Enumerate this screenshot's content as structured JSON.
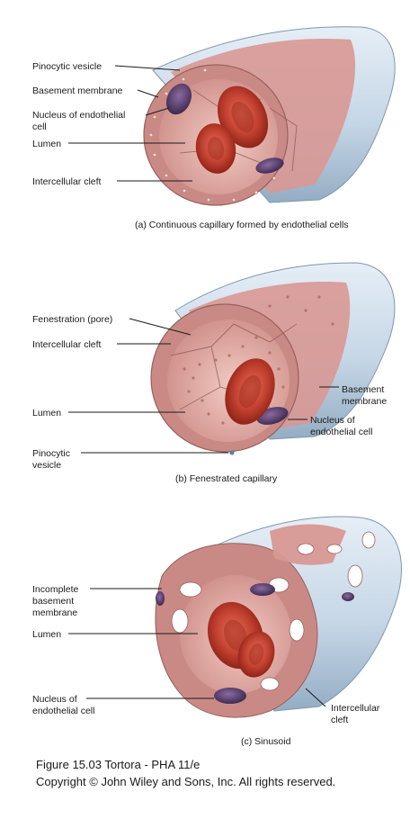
{
  "panel_a": {
    "caption": "(a) Continuous capillary formed by endothelial cells",
    "labels": {
      "pinocytic_vesicle": "Pinocytic vesicle",
      "basement_membrane": "Basement membrane",
      "nucleus_line1": "Nucleus of endothelial",
      "nucleus_line2": "cell",
      "lumen": "Lumen",
      "intercellular_cleft": "Intercellular cleft"
    }
  },
  "panel_b": {
    "caption": "(b) Fenestrated capillary",
    "labels": {
      "fenestration": "Fenestration (pore)",
      "intercellular_cleft": "Intercellular cleft",
      "lumen": "Lumen",
      "pinocytic_line1": "Pinocytic",
      "pinocytic_line2": "vesicle",
      "basement_line1": "Basement",
      "basement_line2": "membrane",
      "nucleus_line1": "Nucleus of",
      "nucleus_line2": "endothelial cell"
    }
  },
  "panel_c": {
    "caption": "(c) Sinusoid",
    "labels": {
      "incomplete_line1": "Incomplete",
      "incomplete_line2": "basement",
      "incomplete_line3": "membrane",
      "lumen": "Lumen",
      "nucleus_line1": "Nucleus of",
      "nucleus_line2": "endothelial cell",
      "cleft_line1": "Intercellular",
      "cleft_line2": "cleft"
    }
  },
  "footer": {
    "figure_line": "Figure 15.03  Tortora - PHA 11/e",
    "copyright_line": "Copyright © John Wiley and Sons, Inc. All rights reserved."
  },
  "colors": {
    "tube_outer": "#c9d9e8",
    "tube_shadow": "#9fb6cc",
    "endothelium": "#c98a86",
    "lumen_wall": "#e2aaa4",
    "rbc": "#c2402f",
    "rbc_dark": "#8e2418",
    "nucleus": "#5a3d6e"
  }
}
